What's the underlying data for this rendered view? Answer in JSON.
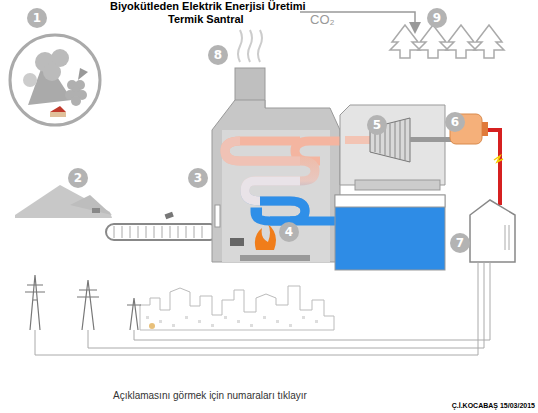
{
  "diagram": {
    "title": "Biyokütleden Elektrik Enerjisi Üretimi",
    "caption": "Açıklamasını görmek için numaraları tıklayır",
    "nodes": [
      {
        "text": [
          "1"
        ]
      },
      {
        "text": [
          "2"
        ]
      },
      {
        "text": [
          "3"
        ]
      },
      {
        "text": [
          "4"
        ]
      },
      {
        "text": [
          "5"
        ]
      },
      {
        "text": [
          "6"
        ]
      },
      {
        "text": [
          "7"
        ]
      },
      {
        "text": [
          "8"
        ]
      },
      {
        "text": [
          "9"
        ]
      }
    ],
    "labels": [
      "Termik Santral",
      "CO₂",
      "Ç.İ.KOCABAŞ 15/03/2015"
    ]
  }
}
